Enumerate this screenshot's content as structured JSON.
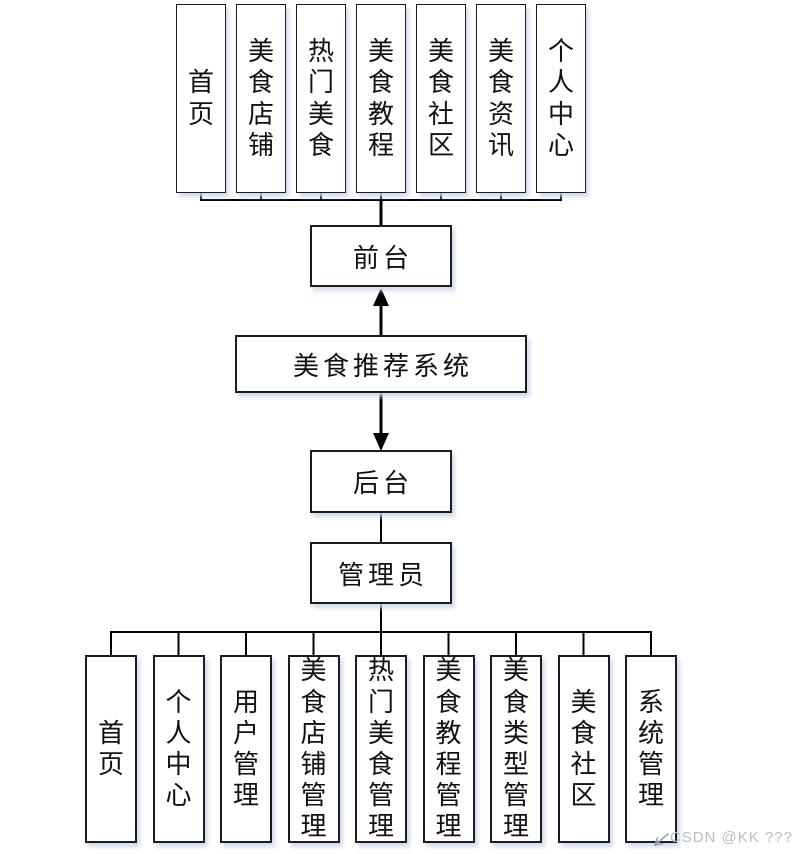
{
  "nodes": {
    "system": "美食推荐系统",
    "front": "前台",
    "back": "后台",
    "admin": "管理员"
  },
  "front_modules": [
    "首页",
    "美食店铺",
    "热门美食",
    "美食教程",
    "美食社区",
    "美食资讯",
    "个人中心"
  ],
  "admin_modules": [
    "首页",
    "个人中心",
    "用户管理",
    "美食店铺管理",
    "热门美食管理",
    "美食教程管理",
    "美食类型管理",
    "美食社区",
    "系统管理"
  ],
  "watermark": {
    "text": "CSDN @KK ???",
    "icon": "arrow-down-left-icon"
  },
  "colors": {
    "background": "#ffffff",
    "line": "#000000",
    "box_border": "#1c1c1c",
    "box_shadow": "#c9d6ec",
    "watermark_text": "#b9bec4"
  }
}
